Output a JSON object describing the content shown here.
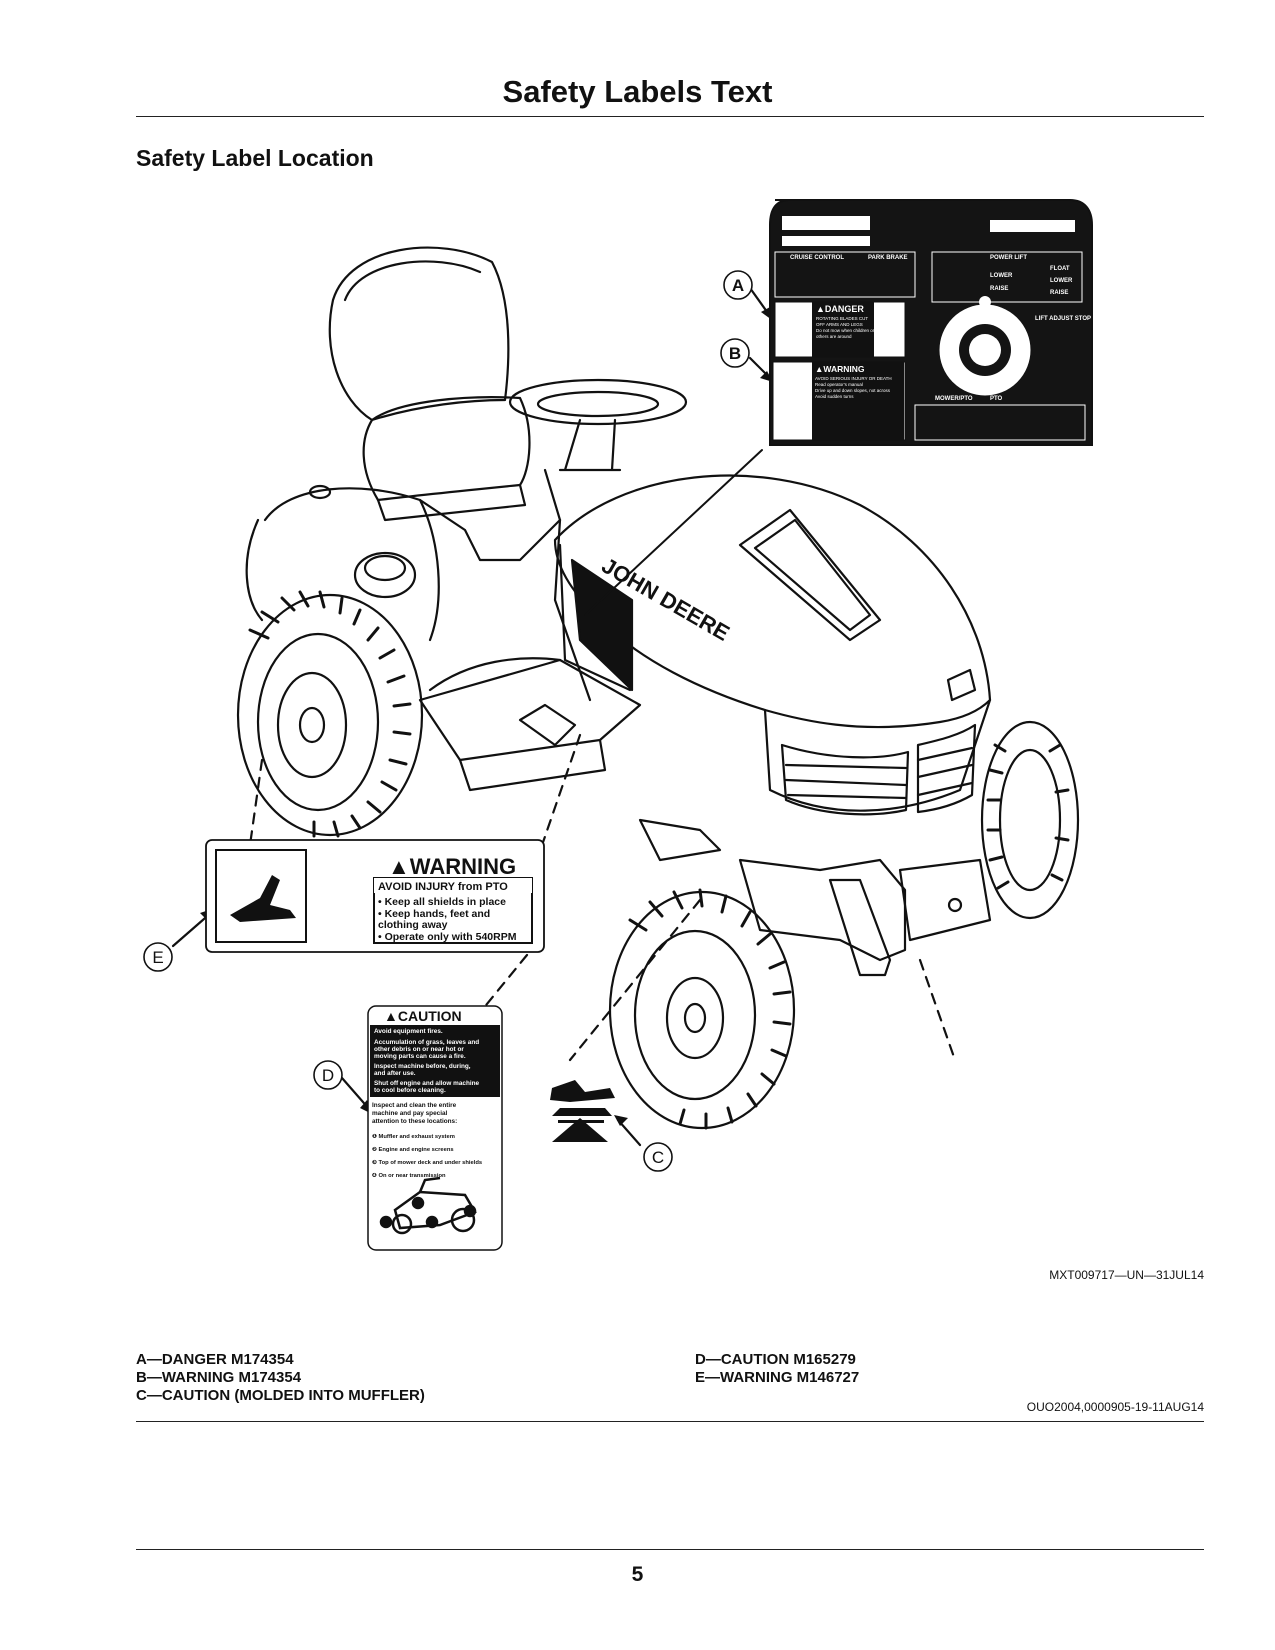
{
  "page": {
    "title": "Safety Labels Text",
    "section_title": "Safety Label Location",
    "figure_code": "MXT009717—UN—31JUL14",
    "doc_code": "OUO2004,0000905-19-11AUG14",
    "page_number": "5"
  },
  "callouts": {
    "a": "A",
    "b": "B",
    "c": "C",
    "d": "D",
    "e": "E"
  },
  "captions": {
    "left": [
      "A—DANGER M174354",
      "B—WARNING M174354",
      "C—CAUTION (MOLDED INTO MUFFLER)"
    ],
    "right": [
      "D—CAUTION M165279",
      "E—WARNING M146727"
    ]
  },
  "label_e": {
    "header": "▲WARNING",
    "subheader": "AVOID INJURY from PTO",
    "bullets": [
      "• Keep all shields in place",
      "• Keep hands, feet and",
      "   clothing away",
      "• Operate only with 540RPM"
    ]
  },
  "label_d": {
    "header": "▲CAUTION",
    "lines_top": [
      "Avoid equipment fires.",
      "Accumulation of grass, leaves and",
      "other debris on or near hot or",
      "moving parts can cause a fire.",
      "Inspect machine before, during,",
      "and after use.",
      "Shut off engine and allow machine",
      "to cool before cleaning."
    ],
    "lines_bottom": [
      "Inspect and clean the entire",
      "machine and pay special",
      "attention to these locations:",
      "❶ Muffler and exhaust system",
      "❷ Engine and engine screens",
      "❸ Top of mower deck and under shields",
      "❹ On or near transmission"
    ]
  },
  "label_a": {
    "danger_header": "▲DANGER",
    "danger_lines": [
      "ROTATING BLADES CUT",
      "OFF ARMS AND LEGS",
      "Do not mow when children or",
      "others are around"
    ],
    "warning_header": "▲WARNING",
    "warning_lines": [
      "AVOID SERIOUS INJURY OR DEATH",
      "Read operator's manual",
      "Drive up and down slopes, not across",
      "Avoid sudden turns"
    ],
    "sections": [
      "CRUISE CONTROL",
      "PARK BRAKE",
      "POWER LIFT",
      "LIFT ADJUST STOP",
      "MOWER/PTO",
      "PTO"
    ],
    "lift_labels": [
      "LOWER",
      "RAISE",
      "FLOAT",
      "LOWER",
      "RAISE"
    ]
  },
  "brand_text": "JOHN DEERE"
}
